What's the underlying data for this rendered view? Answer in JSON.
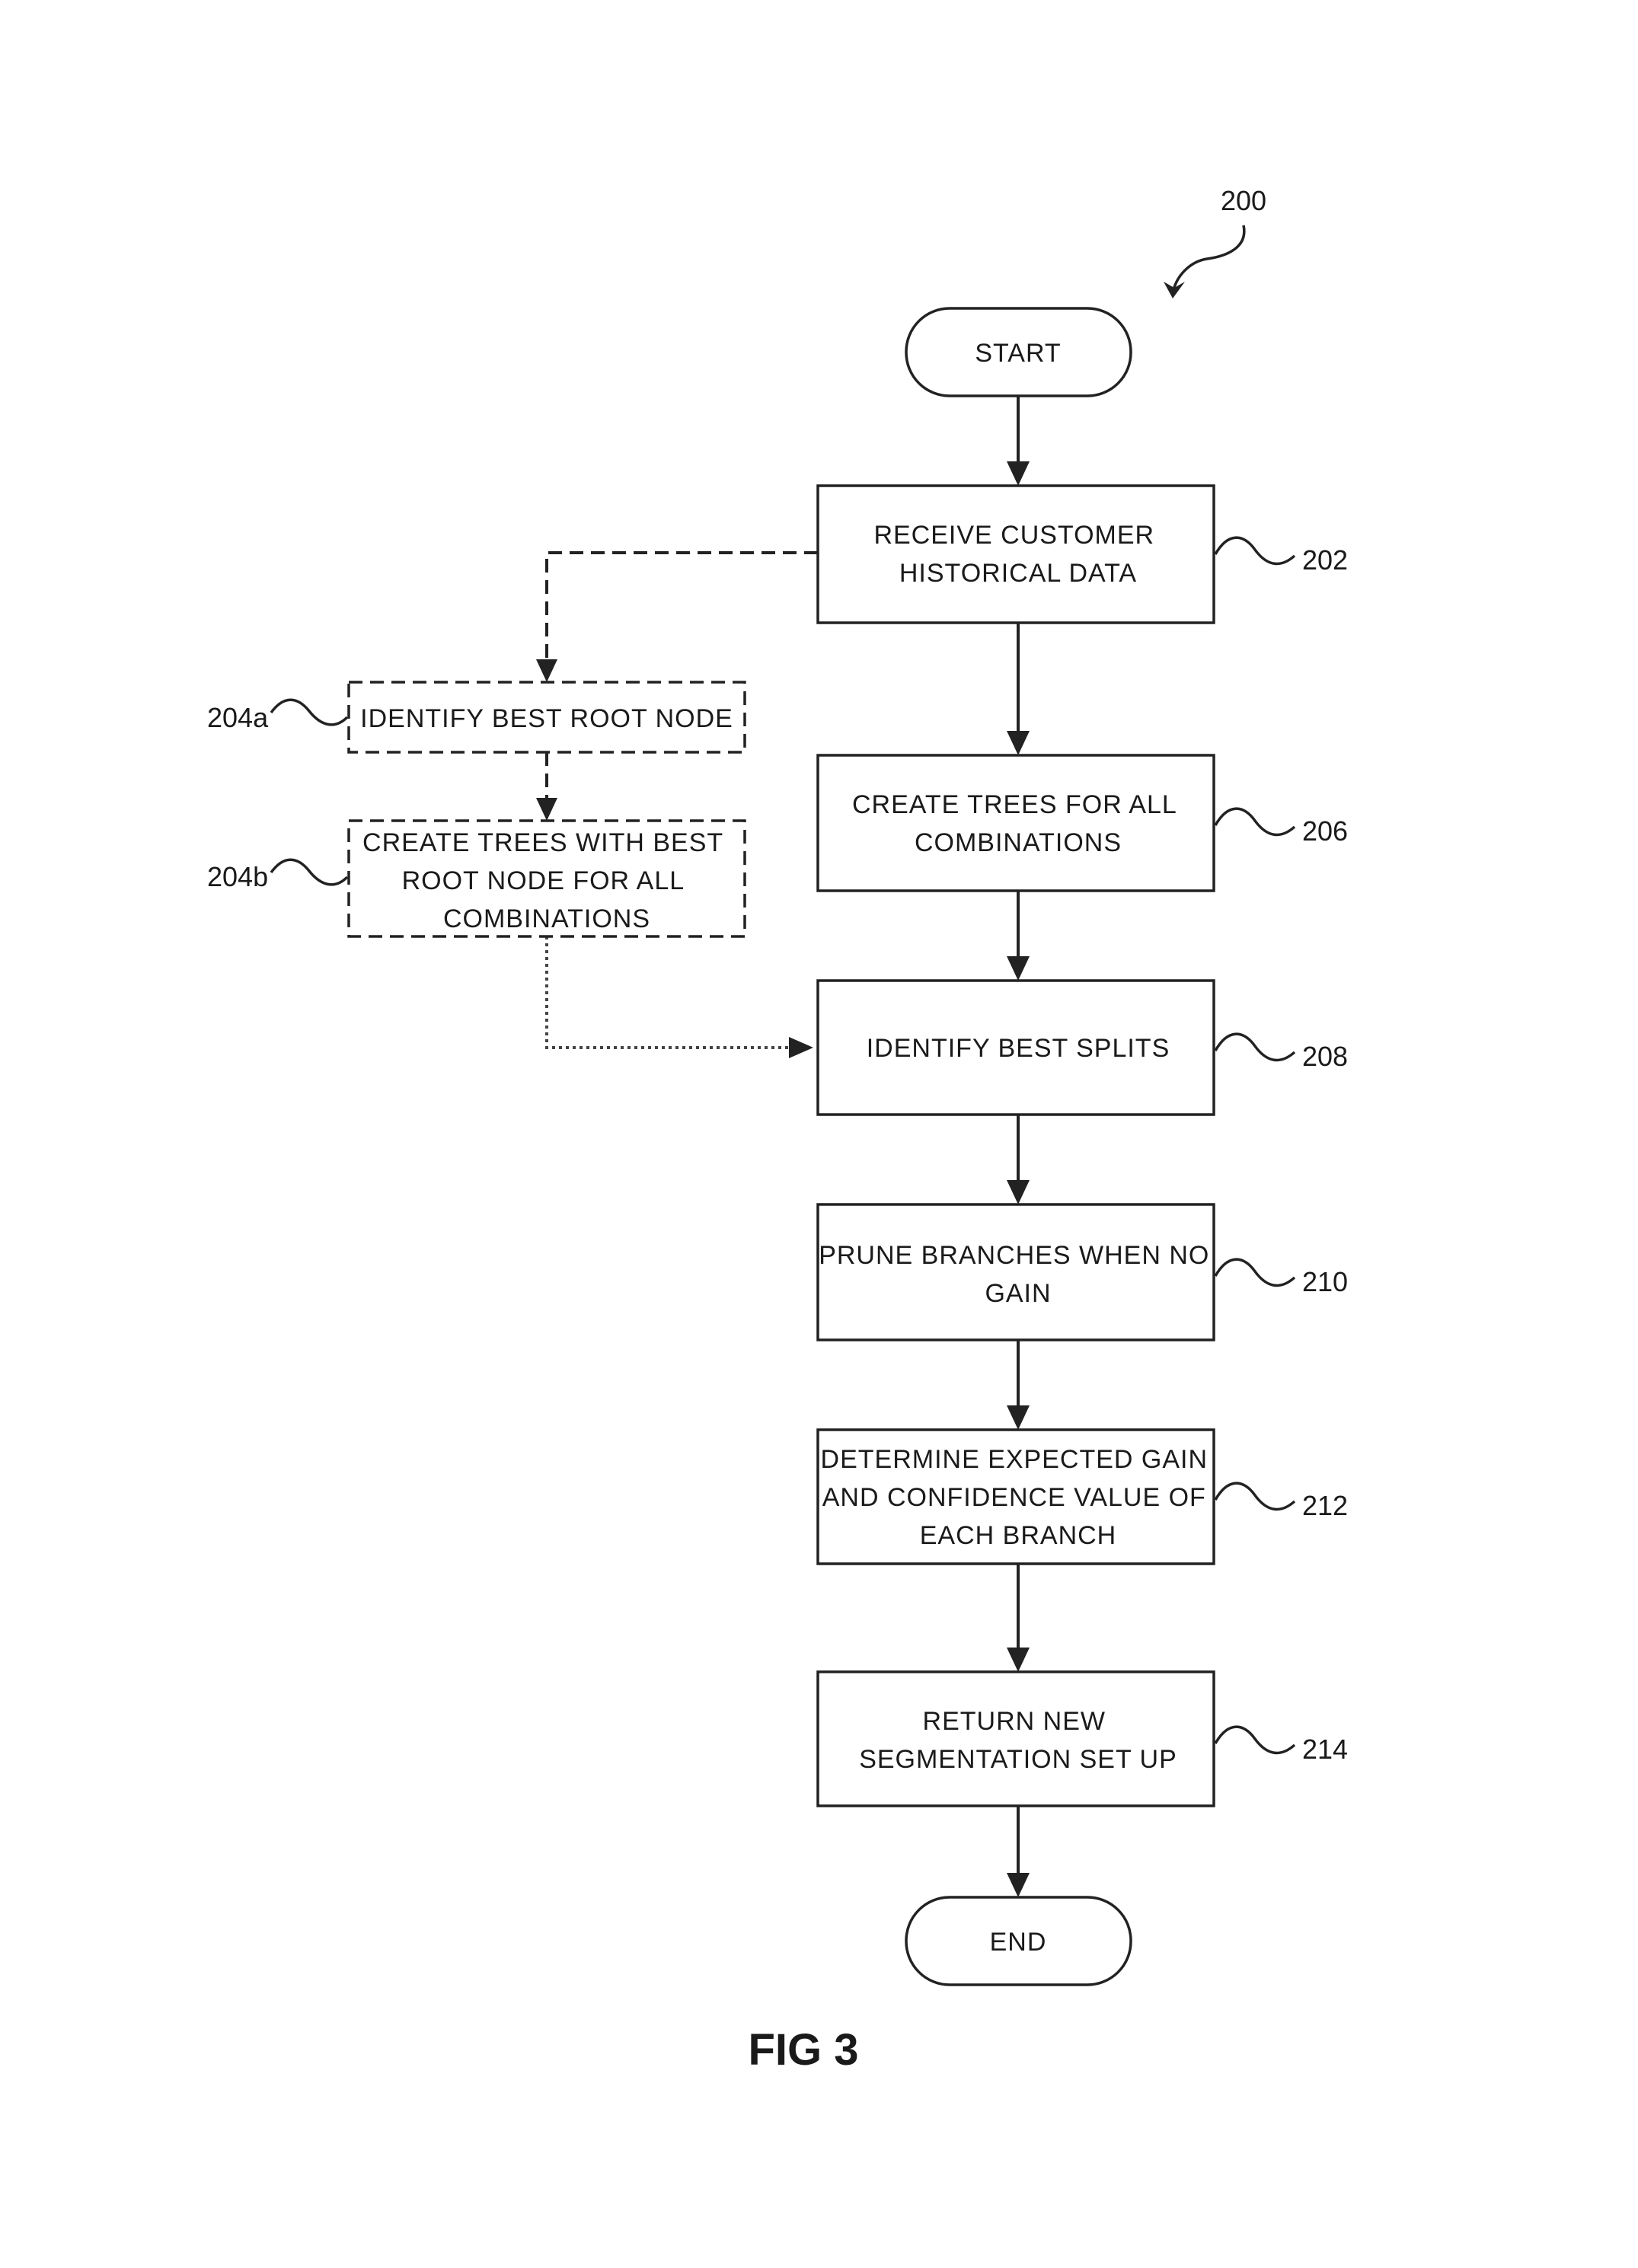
{
  "figure_label": "FIG 3",
  "process_ref": "200",
  "terminals": {
    "start": "START",
    "end": "END"
  },
  "steps": [
    {
      "id": "202",
      "lines": [
        "RECEIVE CUSTOMER",
        "HISTORICAL DATA"
      ]
    },
    {
      "id": "206",
      "lines": [
        "CREATE TREES  FOR ALL",
        "COMBINATIONS"
      ]
    },
    {
      "id": "208",
      "lines": [
        "IDENTIFY BEST SPLITS"
      ]
    },
    {
      "id": "210",
      "lines": [
        "PRUNE BRANCHES WHEN NO",
        "GAIN"
      ]
    },
    {
      "id": "212",
      "lines": [
        "DETERMINE EXPECTED GAIN",
        "AND CONFIDENCE VALUE OF",
        "EACH BRANCH"
      ]
    },
    {
      "id": "214",
      "lines": [
        "RETURN NEW",
        "SEGMENTATION SET UP"
      ]
    }
  ],
  "optional_steps": [
    {
      "id": "204a",
      "lines": [
        "IDENTIFY BEST ROOT NODE"
      ]
    },
    {
      "id": "204b",
      "lines": [
        "CREATE TREES WITH BEST",
        "ROOT NODE FOR ALL",
        "COMBINATIONS"
      ]
    }
  ]
}
